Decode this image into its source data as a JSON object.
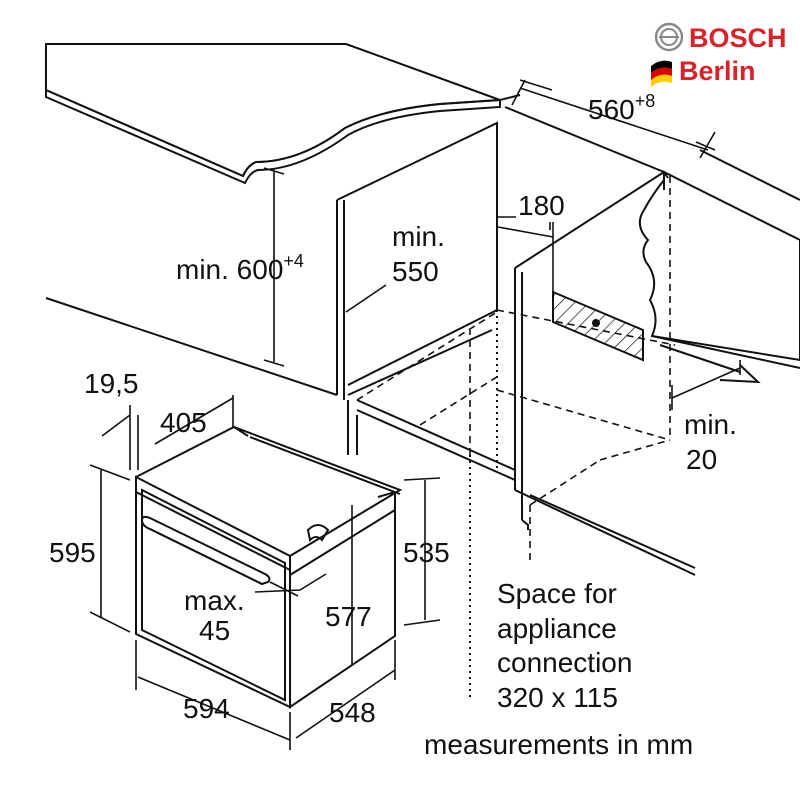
{
  "brand": {
    "name": "BOSCH",
    "location": "Berlin",
    "colors": {
      "red": "#d8232a",
      "flag_black": "#000000",
      "flag_red": "#dd0000",
      "flag_gold": "#ffce00"
    }
  },
  "dimensions": {
    "niche_width": {
      "value": "560",
      "sup": "+8"
    },
    "niche_height": {
      "value": "min. 600",
      "sup": "+4"
    },
    "depth_min": {
      "line1": "min.",
      "line2": "550"
    },
    "vent_offset": "180",
    "rear_gap": {
      "line1": "min.",
      "line2": "20"
    },
    "front_offset": "19,5",
    "panel_offset": "405",
    "front_height": "595",
    "body_height": "535",
    "body_width_height": "577",
    "handle_depth": {
      "line1": "max.",
      "line2": "45"
    },
    "width": "594",
    "depth": "548"
  },
  "notes": {
    "connection_line1": "Space for",
    "connection_line2": "appliance",
    "connection_line3": "connection",
    "connection_line4": "320 x 115",
    "units": "measurements in mm"
  }
}
